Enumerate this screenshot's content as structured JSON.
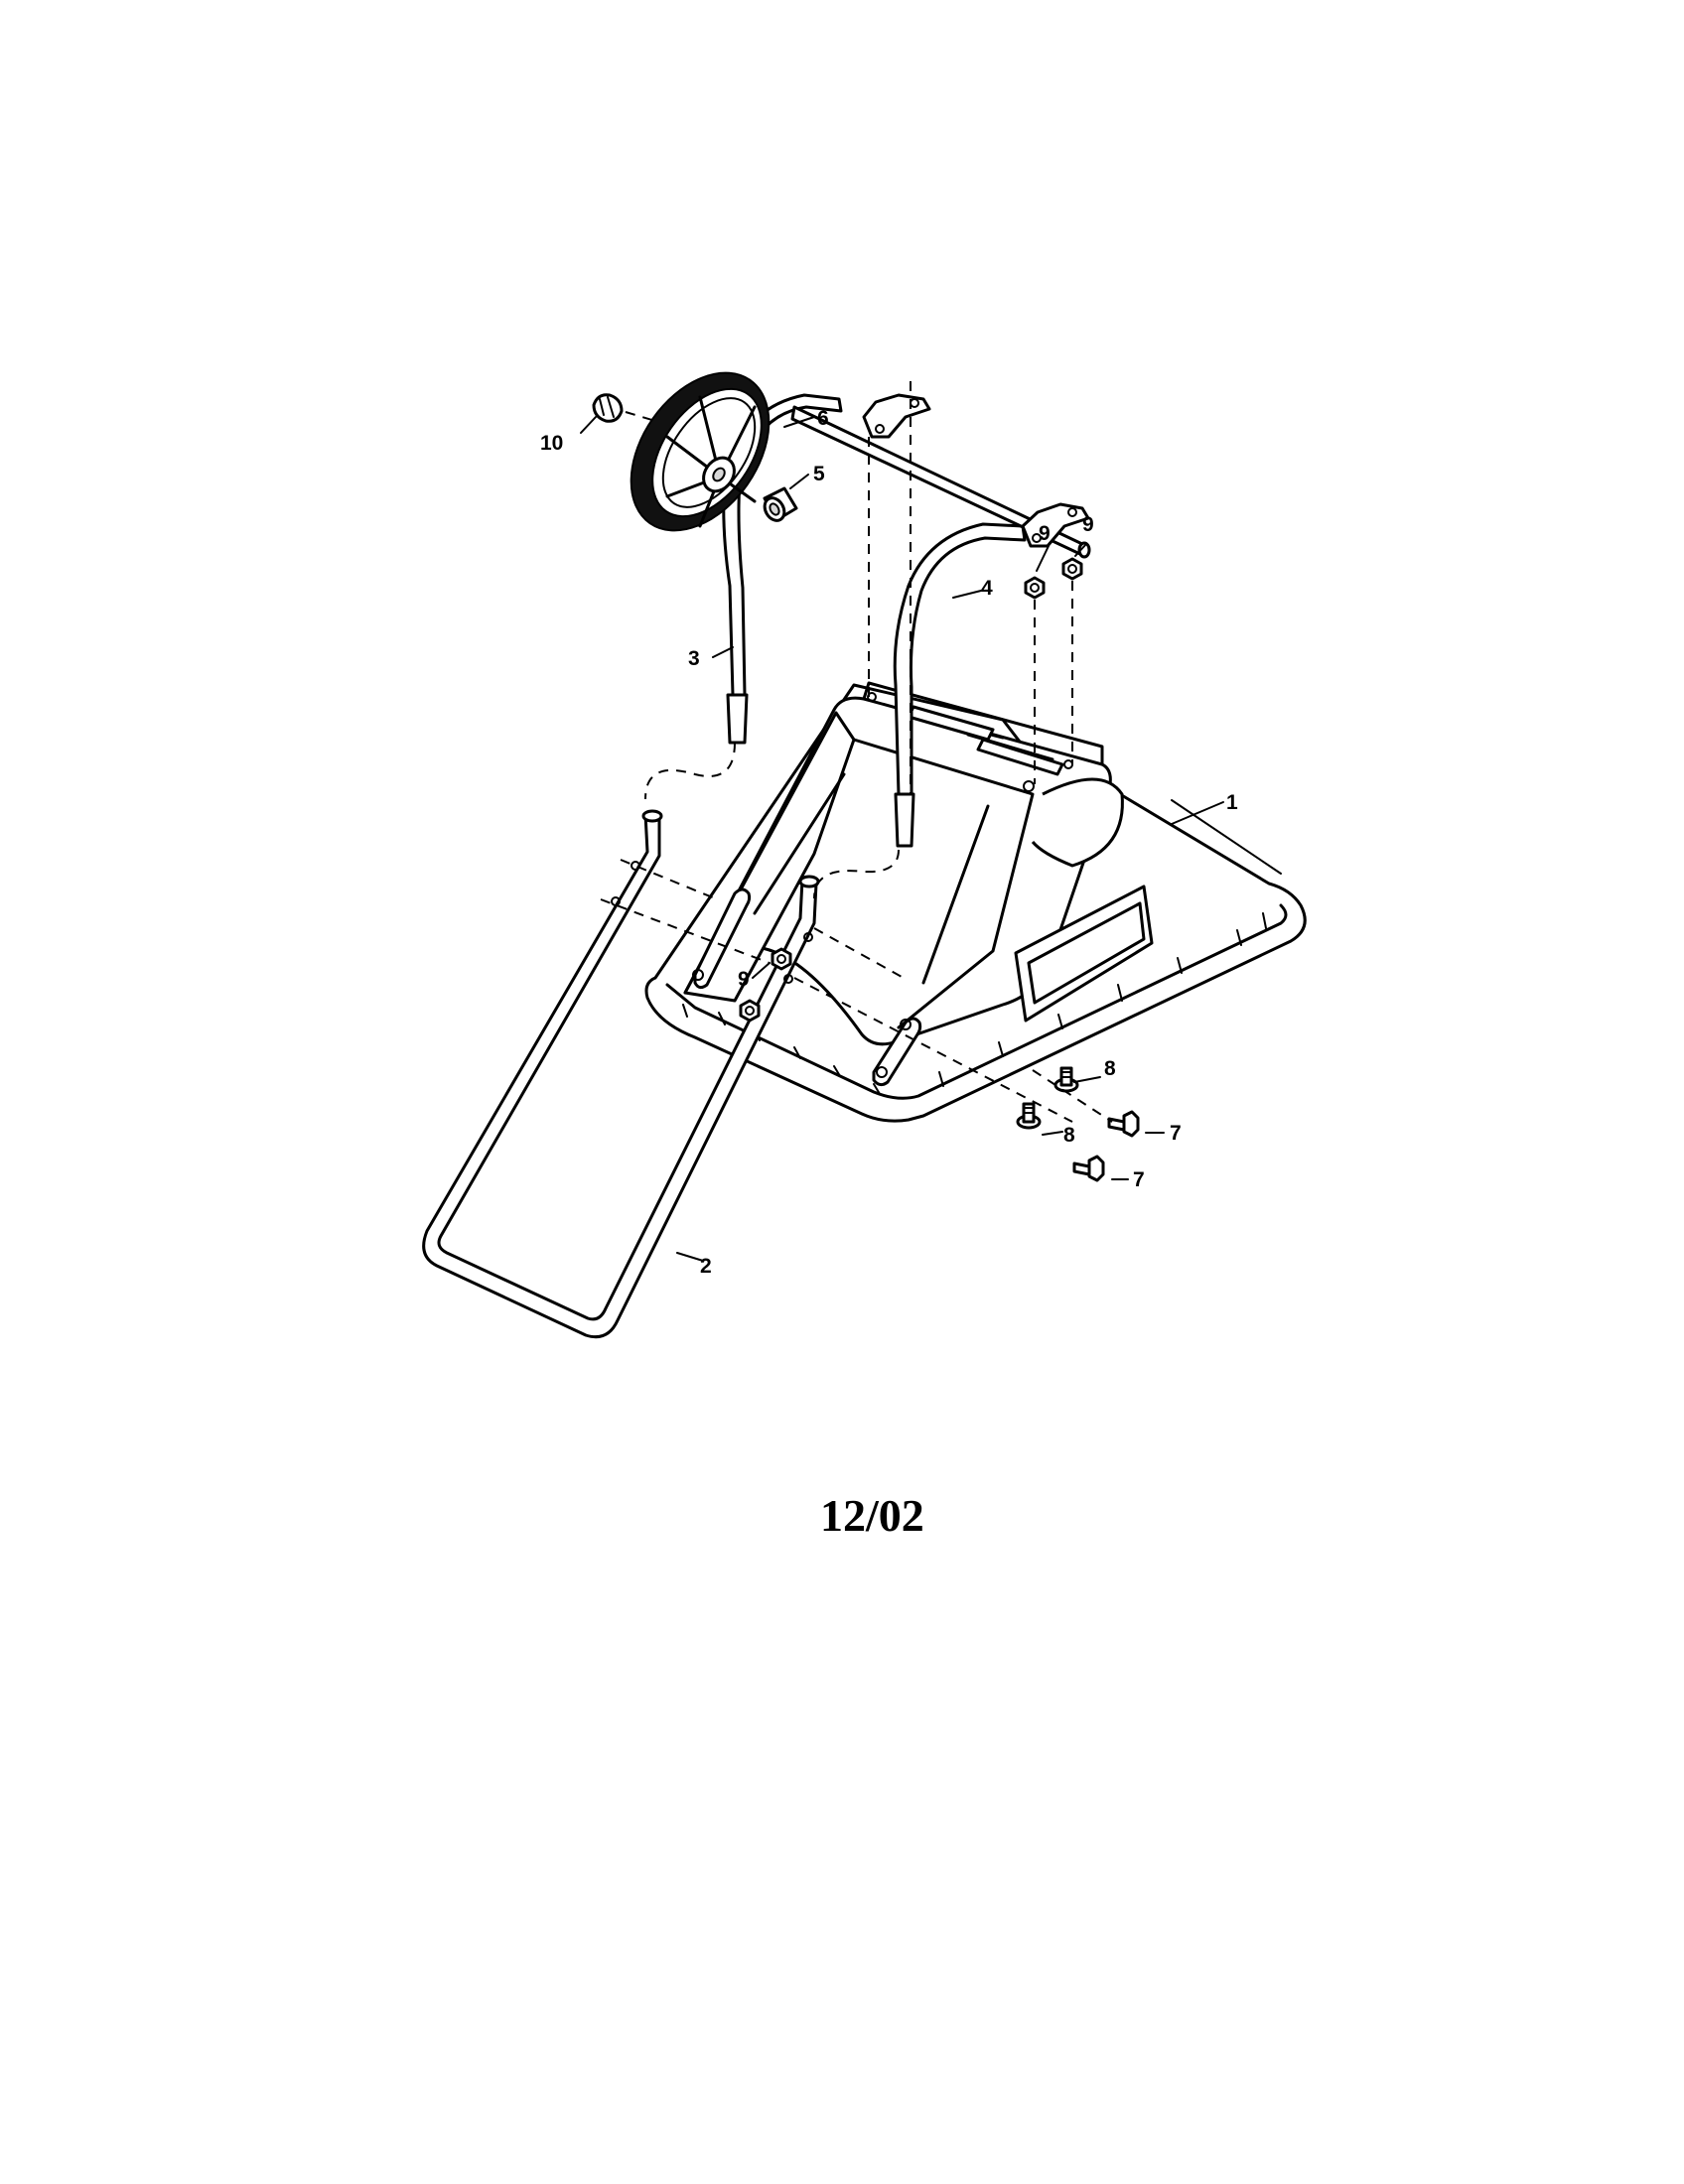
{
  "callouts": {
    "c1": "1",
    "c2": "2",
    "c3": "3",
    "c4": "4",
    "c5": "5",
    "c6": "6",
    "c7a": "7",
    "c7b": "7",
    "c8a": "8",
    "c8b": "8",
    "c9a": "9",
    "c9b": "9",
    "c9c": "9",
    "c10": "10"
  },
  "footer": {
    "date": "12/02"
  }
}
